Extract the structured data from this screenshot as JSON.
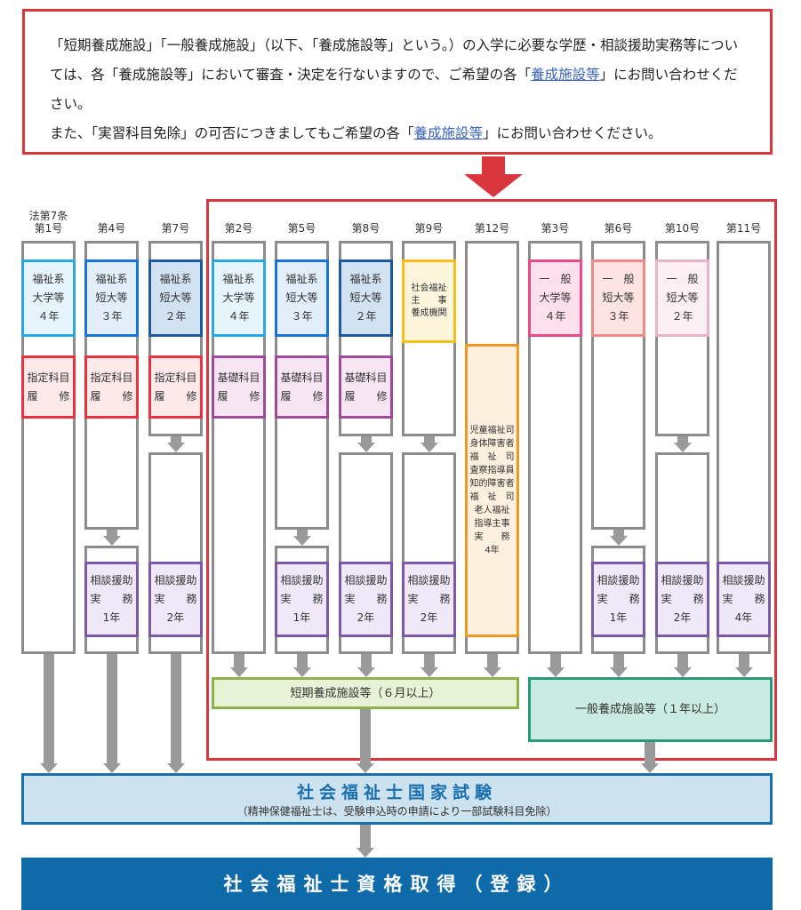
{
  "notice": {
    "line1": "「短期養成施設」「一般養成施設」（以下、「養成施設等」という。）の入学に必要な学歴・相談援助実務等については、各「養成施設等」において審査・決定を行ないますので、ご希望の各「",
    "link1": "養成施設等",
    "line1_end": "」にお問い合わせください。",
    "line2": "また、「実習科目免除」の可否につきましてもご希望の各「",
    "link2": "養成施設等",
    "line2_end": "」にお問い合わせください。"
  },
  "colors": {
    "frame": "#d9363e",
    "exam": "#1a6fae",
    "final": "#0e6aa9",
    "arrow": "#9a9a9a"
  },
  "columns": [
    {
      "label": [
        "法第7条",
        "第1号"
      ],
      "school": {
        "lines": [
          "福祉系",
          "大学等",
          "４年"
        ],
        "color": "#2aa8e0",
        "bg": "#e6f5fc"
      },
      "course": {
        "lines": [
          "指定科目",
          "履　　修"
        ],
        "color": "#e8333f",
        "bg": "#fde9ea"
      },
      "split": null,
      "practice": null
    },
    {
      "label": [
        "第4号"
      ],
      "school": {
        "lines": [
          "福祉系",
          "短大等",
          "３年"
        ],
        "color": "#1a73d9",
        "bg": "#e3eefb"
      },
      "course": {
        "lines": [
          "指定科目",
          "履　　修"
        ],
        "color": "#e8333f",
        "bg": "#fde9ea"
      },
      "split": "late",
      "practice": [
        "相談援助",
        "実　　務",
        "1年"
      ]
    },
    {
      "label": [
        "第7号"
      ],
      "school": {
        "lines": [
          "福祉系",
          "短大等",
          "２年"
        ],
        "color": "#1e5aa0",
        "bg": "#d3e2f3"
      },
      "course": {
        "lines": [
          "指定科目",
          "履　　修"
        ],
        "color": "#e8333f",
        "bg": "#fde9ea"
      },
      "split": "early",
      "practice": [
        "相談援助",
        "実　　務",
        "2年"
      ]
    },
    {
      "label": [
        "第2号"
      ],
      "school": {
        "lines": [
          "福祉系",
          "大学等",
          "４年"
        ],
        "color": "#2aa8e0",
        "bg": "#e6f5fc"
      },
      "course": {
        "lines": [
          "基礎科目",
          "履　　修"
        ],
        "color": "#a04a9a",
        "bg": "#f7e5f3"
      },
      "split": null,
      "practice": null
    },
    {
      "label": [
        "第5号"
      ],
      "school": {
        "lines": [
          "福祉系",
          "短大等",
          "３年"
        ],
        "color": "#1a73d9",
        "bg": "#e3eefb"
      },
      "course": {
        "lines": [
          "基礎科目",
          "履　　修"
        ],
        "color": "#a04a9a",
        "bg": "#f7e5f3"
      },
      "split": "late",
      "practice": [
        "相談援助",
        "実　　務",
        "1年"
      ]
    },
    {
      "label": [
        "第8号"
      ],
      "school": {
        "lines": [
          "福祉系",
          "短大等",
          "２年"
        ],
        "color": "#1e5aa0",
        "bg": "#d3e2f3"
      },
      "course": {
        "lines": [
          "基礎科目",
          "履　　修"
        ],
        "color": "#a04a9a",
        "bg": "#f7e5f3"
      },
      "split": "early",
      "practice": [
        "相談援助",
        "実　　務",
        "2年"
      ]
    },
    {
      "label": [
        "第9号"
      ],
      "school": {
        "lines": [
          "社会福祉",
          "主　　事",
          "養成機関"
        ],
        "color": "#f7be1c",
        "bg": "#fdf5dc",
        "tall": true
      },
      "course": null,
      "split": "early",
      "practice": [
        "相談援助",
        "実　　務",
        "2年"
      ]
    },
    {
      "label": [
        "第12号"
      ],
      "school": null,
      "course": null,
      "split": null,
      "practice": null,
      "work": {
        "lines": [
          "児童福祉司",
          "身体障害者",
          "福　祉　司",
          "査察指導員",
          "知的障害者",
          "福　祉　司",
          "老人福祉",
          "指導主事",
          "実　　務",
          "4年"
        ],
        "color": "#f39720",
        "bg": "#fdf0de"
      }
    },
    {
      "label": [
        "第3号"
      ],
      "school": {
        "lines": [
          "一　般",
          "大学等",
          "４年"
        ],
        "color": "#e84b8a",
        "bg": "#fde0ec"
      },
      "course": null,
      "split": null,
      "practice": null
    },
    {
      "label": [
        "第6号"
      ],
      "school": {
        "lines": [
          "一　般",
          "短大等",
          "３年"
        ],
        "color": "#f08a85",
        "bg": "#fde4e3"
      },
      "course": null,
      "split": "late",
      "practice": [
        "相談援助",
        "実　　務",
        "1年"
      ]
    },
    {
      "label": [
        "第10号"
      ],
      "school": {
        "lines": [
          "一　般",
          "短大等",
          "２年"
        ],
        "color": "#eab3c6",
        "bg": "#fdf0f4"
      },
      "course": null,
      "split": "early",
      "practice": [
        "相談援助",
        "実　　務",
        "2年"
      ]
    },
    {
      "label": [
        "第11号"
      ],
      "school": null,
      "course": null,
      "split": null,
      "practice": [
        "相談援助",
        "実　　務",
        "4年"
      ]
    }
  ],
  "short_course": {
    "label": "短期養成施設等（６月以上）",
    "color": "#8db04a",
    "bg": "#e8f2d6"
  },
  "general_course": {
    "label": "一般養成施設等（１年以上）",
    "color": "#2a9a78",
    "bg": "#c9ebe1"
  },
  "exam": {
    "title": "社会福祉士国家試験",
    "note": "（精神保健福祉士は、受験申込時の申請により一部試験科目免除）"
  },
  "final": {
    "title": "社会福祉士資格取得（登録）"
  }
}
